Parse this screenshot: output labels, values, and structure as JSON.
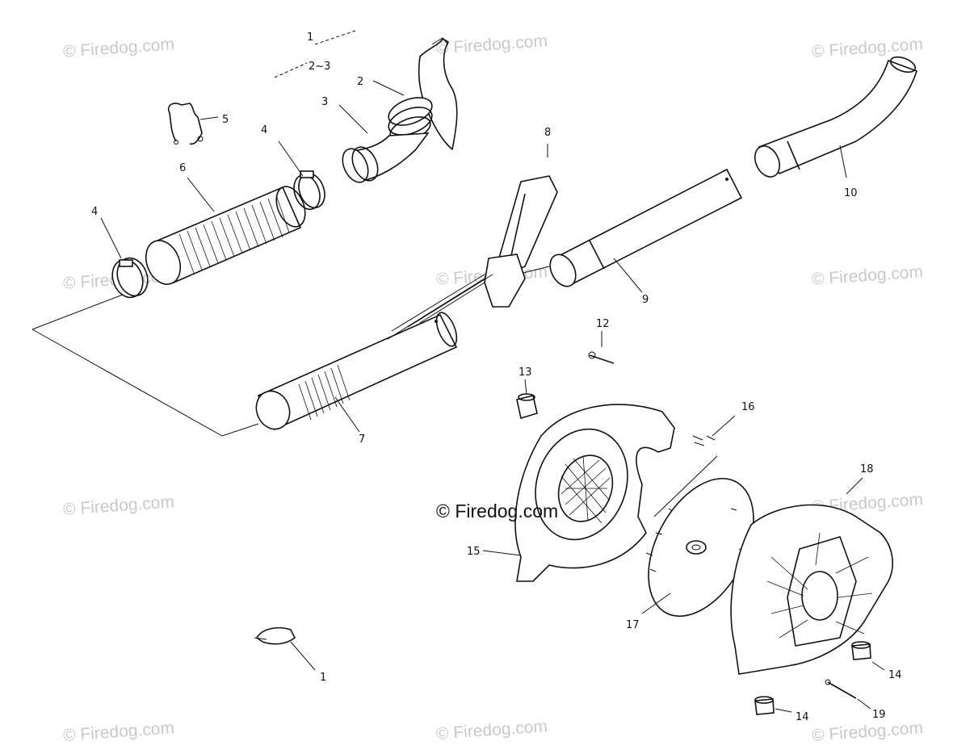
{
  "watermark": {
    "text": "© Firedog.com"
  },
  "callouts": {
    "c1_top": "1",
    "c2_3": "2~3",
    "c2": "2",
    "c3": "3",
    "c4a": "4",
    "c4b": "4",
    "c5": "5",
    "c6": "6",
    "c7": "7",
    "c8": "8",
    "c9": "9",
    "c10": "10",
    "c12": "12",
    "c13": "13",
    "c16": "16",
    "c18": "18",
    "c15": "15",
    "c17": "17",
    "c1_bottom": "1",
    "c14a": "14",
    "c14b": "14",
    "c19": "19"
  }
}
